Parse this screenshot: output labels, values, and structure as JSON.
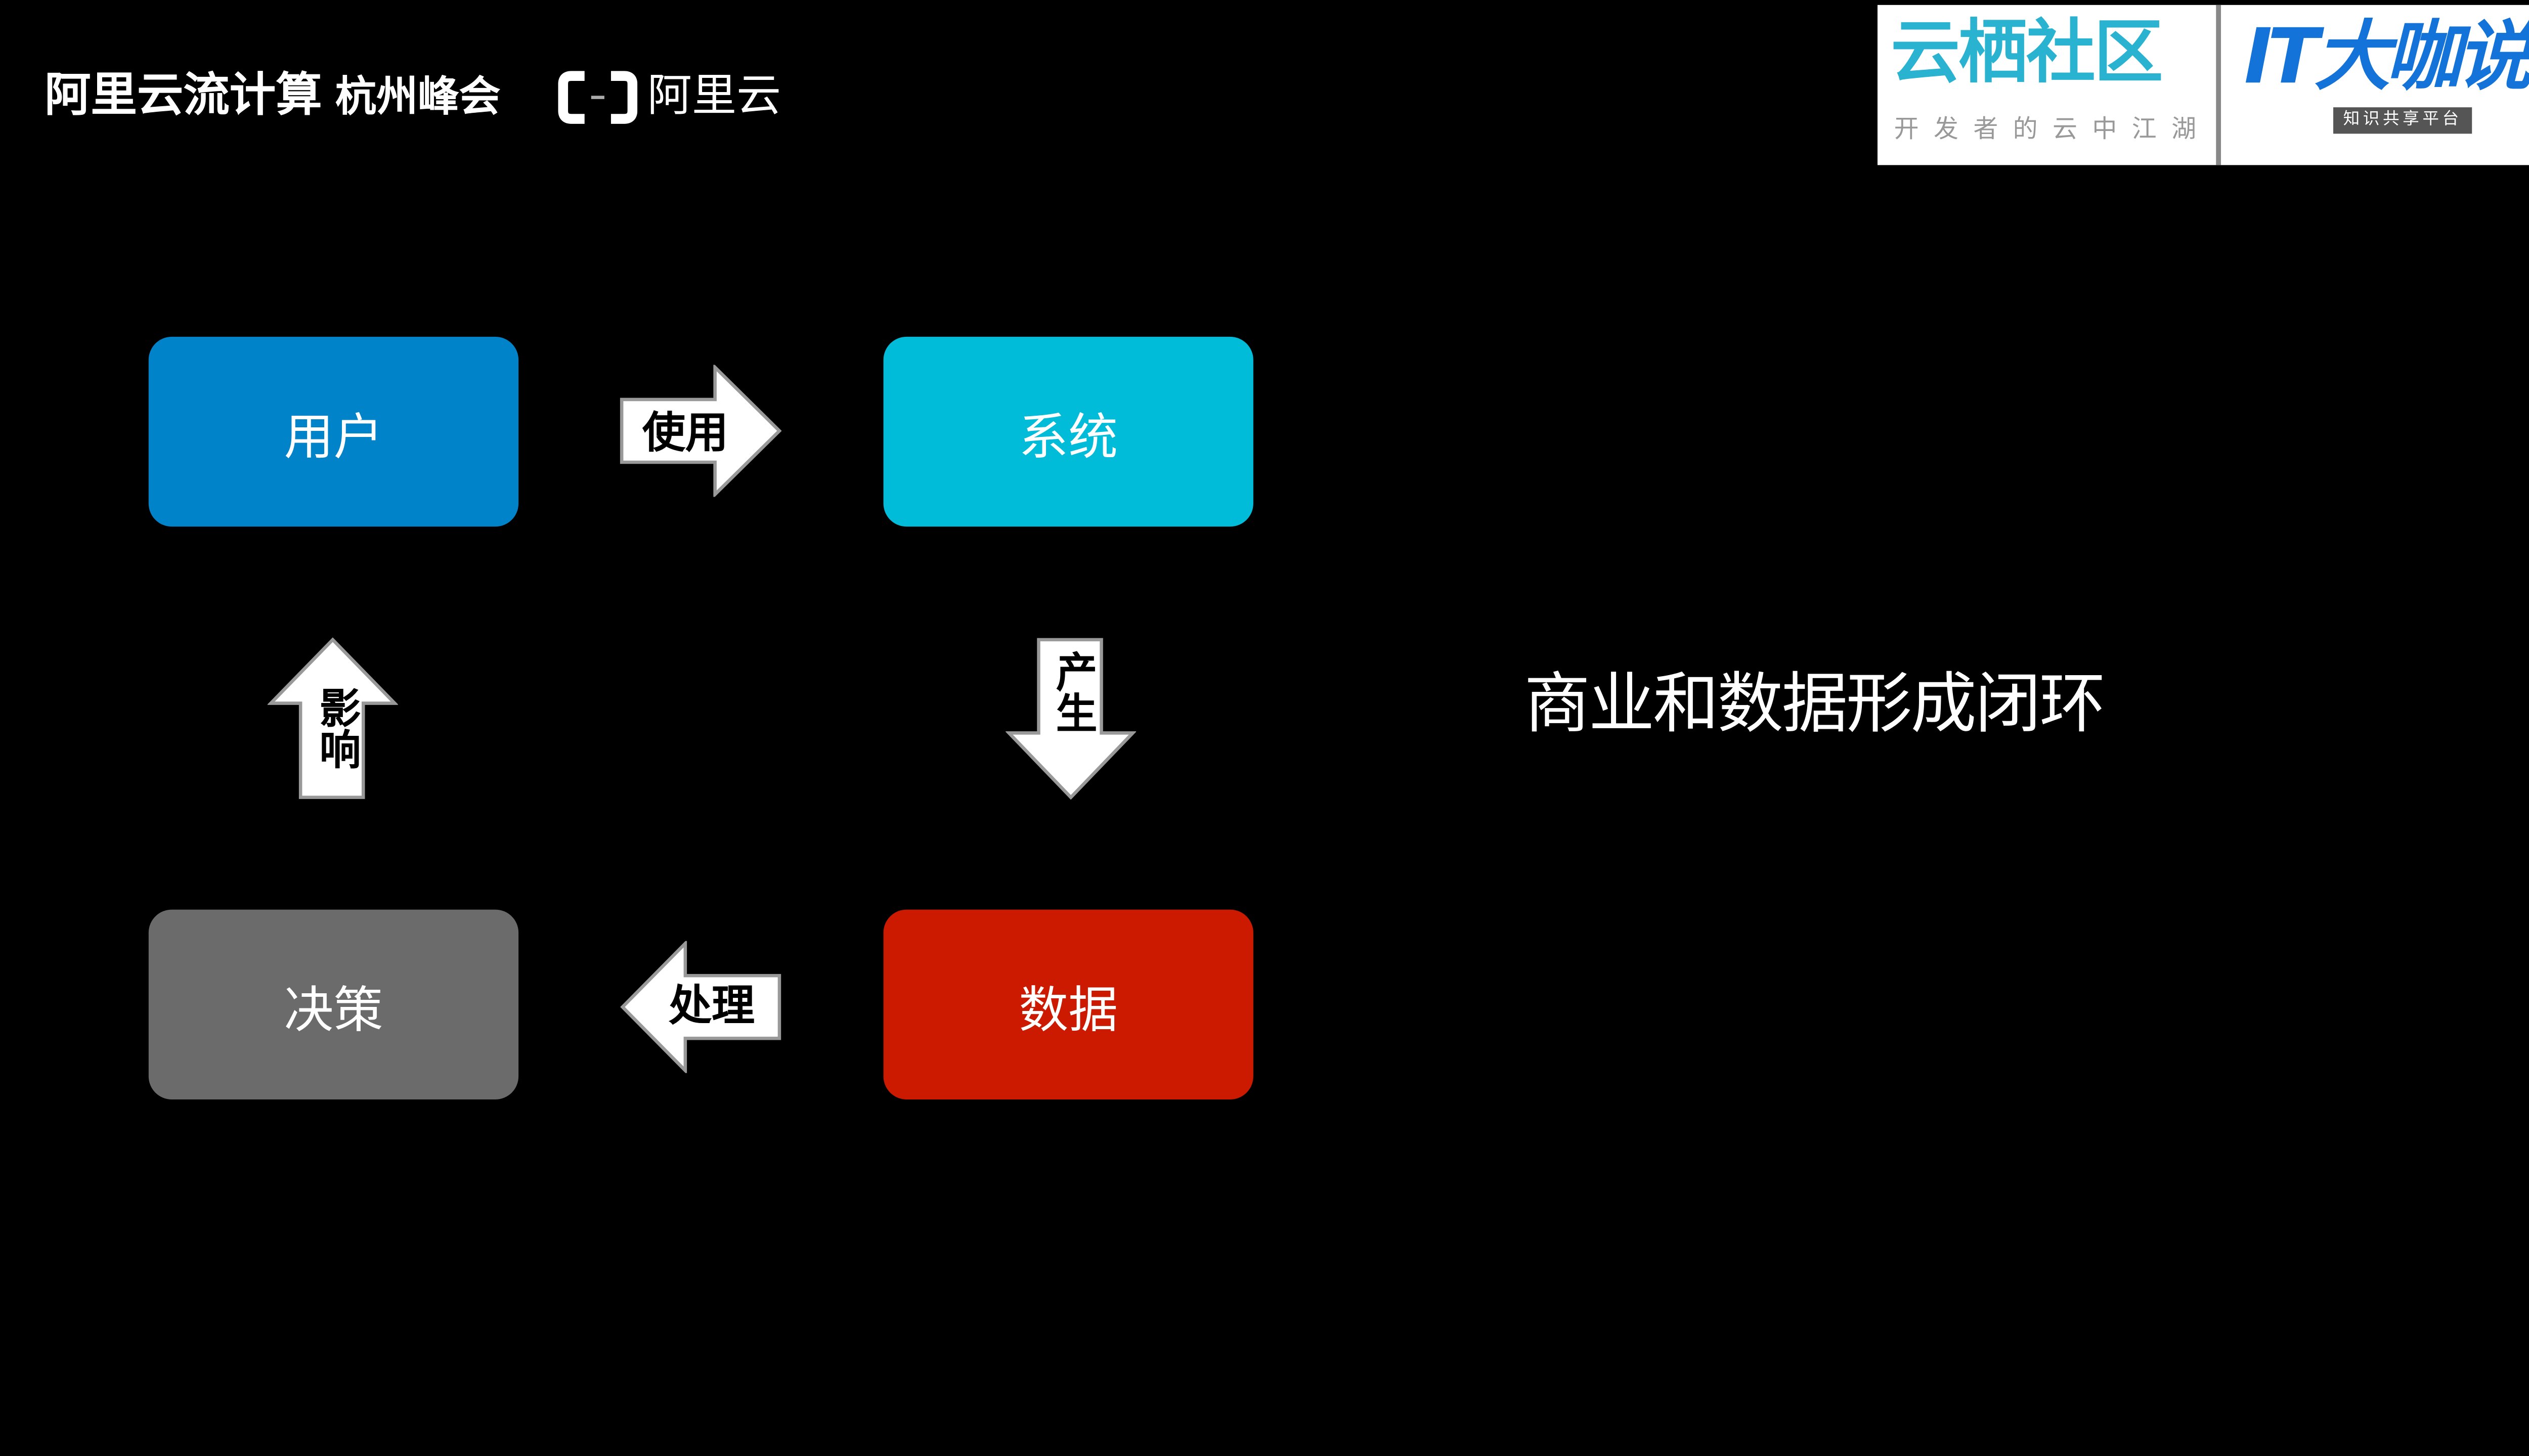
{
  "header": {
    "title": "阿里云流计算",
    "subtitle": "杭州峰会",
    "brand_logo_text": "阿里云"
  },
  "partners": {
    "yunqi": {
      "name": "云栖社区",
      "slogan": "开发者的云中江湖",
      "color": "#2ab3d1"
    },
    "itdks": {
      "name": "IT大咖说",
      "slogan": "知识共享平台",
      "color": "#1473d8"
    }
  },
  "cycle": {
    "nodes": [
      {
        "label": "用户",
        "color": "#0083c9"
      },
      {
        "label": "系统",
        "color": "#00bcd8"
      },
      {
        "label": "数据",
        "color": "#cc1a00"
      },
      {
        "label": "决策",
        "color": "#6b6b6b"
      }
    ],
    "arrows": [
      {
        "label": "使用",
        "direction": "right"
      },
      {
        "label": "产生",
        "direction": "down"
      },
      {
        "label": "处理",
        "direction": "left"
      },
      {
        "label": "影响",
        "direction": "up"
      }
    ]
  },
  "tagline": "商业和数据形成闭环"
}
